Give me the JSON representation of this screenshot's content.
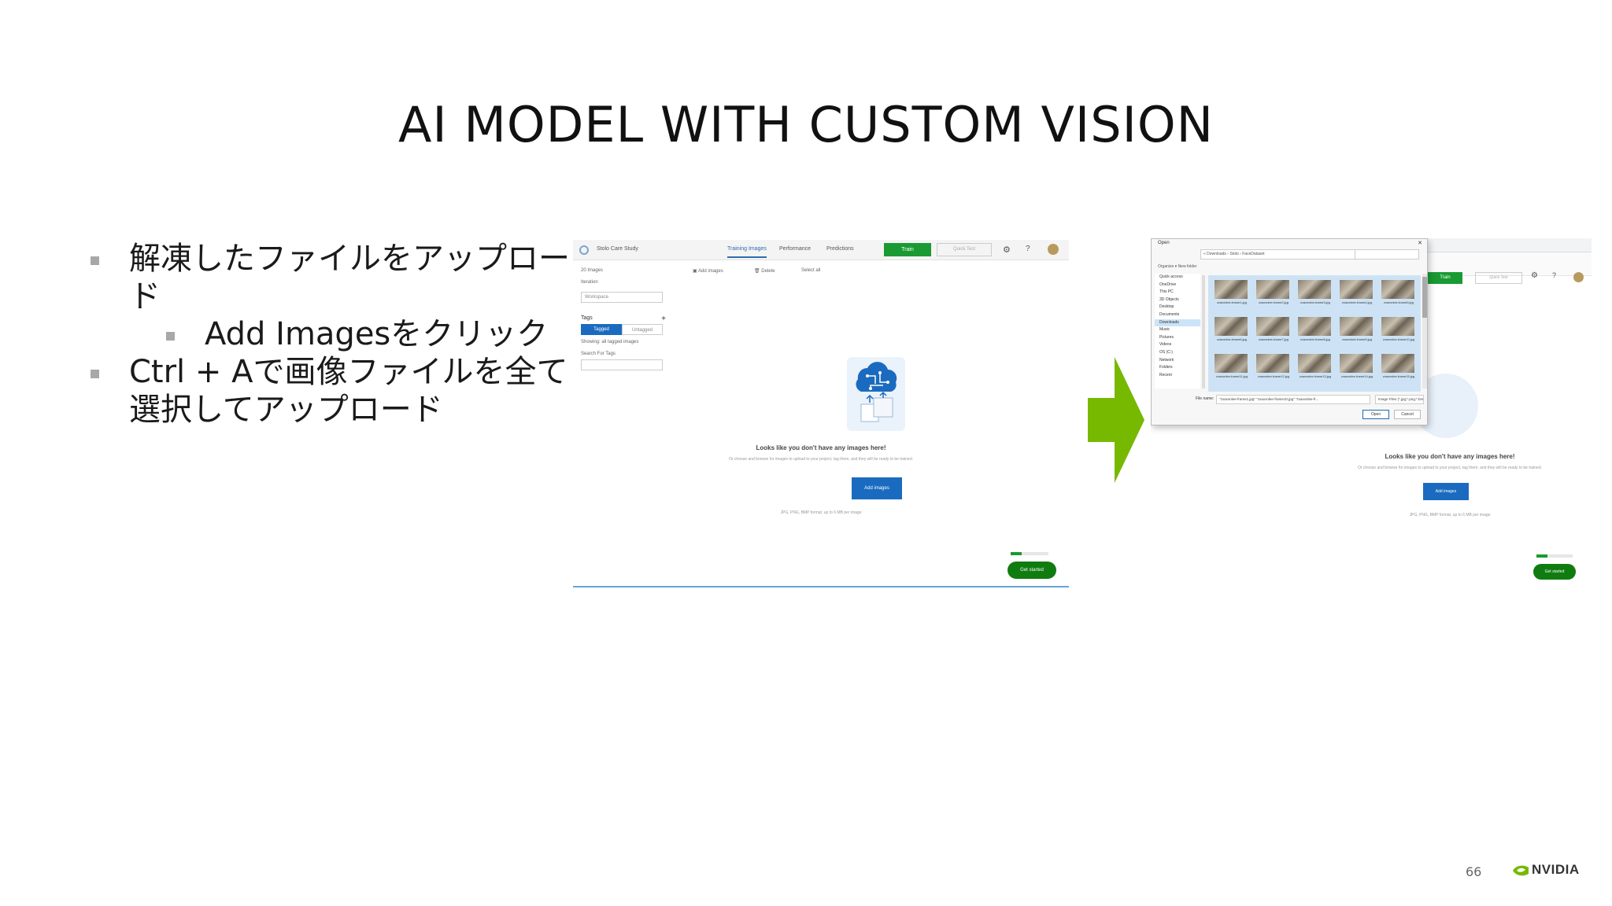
{
  "slide": {
    "title": "AI MODEL WITH CUSTOM VISION",
    "page_number": "66"
  },
  "bullets": [
    {
      "text": "解凍したファイルをアップロード",
      "level": 1
    },
    {
      "text": "Add Imagesをクリック",
      "level": 2
    },
    {
      "text": "Ctrl + Aで画像ファイルを全て選択してアップロード",
      "level": 1
    }
  ],
  "logo": {
    "text": "NVIDIA",
    "color": "#76b900"
  },
  "arrow": {
    "color": "#76b900"
  },
  "screenshot1": {
    "project_name": "Stolo Care Study",
    "tabs": [
      "Training Images",
      "Performance",
      "Predictions"
    ],
    "active_tab": "Training Images",
    "train_label": "Train",
    "quick_test_label": "Quick Test",
    "images_count": "20 Images",
    "iteration_label": "Iteration",
    "iteration_value": "Workspace",
    "tags_label": "Tags",
    "tagged_label": "Tagged",
    "untagged_label": "Untagged",
    "showing_label": "Showing: all tagged images",
    "search_tags_label": "Search For Tags",
    "add_images_toolbar": "Add images",
    "delete_toolbar": "Delete",
    "select_all_toolbar": "Select all",
    "empty_heading": "Looks like you don't have any images here!",
    "empty_sub": "Or choose and browse for images to upload to your project, tag them, and they will be ready to be trained.",
    "add_images_button": "Add images",
    "formats_note": "JPG, PNG, BMP format, up to 6 MB per image",
    "progress_fraction": 0.3,
    "get_started_label": "Get started"
  },
  "screenshot2": {
    "dialog_title": "Open",
    "dialog_path": "« Downloads › Stolo › FaceDataset",
    "organize_label": "Organize ▾   New folder",
    "nav_items": [
      "Quick access",
      "OneDrive",
      "This PC",
      "3D Objects",
      "Desktop",
      "Documents",
      "Downloads",
      "Music",
      "Pictures",
      "Videos",
      "OS (C:)",
      "Network",
      "Folders",
      "Recent"
    ],
    "nav_selected": "Downloads",
    "thumbnails": [
      "zxaxxnlee-frame1.jpg",
      "zxaxxnlee-frame2.jpg",
      "zxaxxnlee-frame3.jpg",
      "zxaxxnlee-frame4.jpg",
      "zxaxxnlee-frame5.jpg",
      "zxaxxnlee-frame6.jpg",
      "zxaxxnlee-frame7.jpg",
      "zxaxxnlee-frame8.jpg",
      "zxaxxnlee-frame9.jpg",
      "zxaxxnlee-frame10.jpg",
      "zxaxxnlee-frame11.jpg",
      "zxaxxnlee-frame12.jpg",
      "zxaxxnlee-frame13.jpg",
      "zxaxxnlee-frame14.jpg",
      "zxaxxnlee-frame15.jpg"
    ],
    "file_name_label": "File name:",
    "file_name_value": "\"zxaxxnlee-frame1.jpg\" \"zxaxxnlee-frame10.jpg\" \"zxaxxnlee-fr...",
    "file_type_value": "Image Files (*.jpg;*.png;*.bmp)",
    "open_label": "Open",
    "cancel_label": "Cancel",
    "train_label": "Train",
    "quick_test_label": "Quick Test",
    "empty_heading": "Looks like you don't have any images here!",
    "empty_sub": "Or choose and browse for images to upload to your project, tag them, and they will be ready to be trained.",
    "add_images_button": "Add images",
    "formats_note": "JPG, PNG, BMP format, up to 6 MB per image",
    "progress_fraction": 0.3,
    "get_started_label": "Get started"
  }
}
